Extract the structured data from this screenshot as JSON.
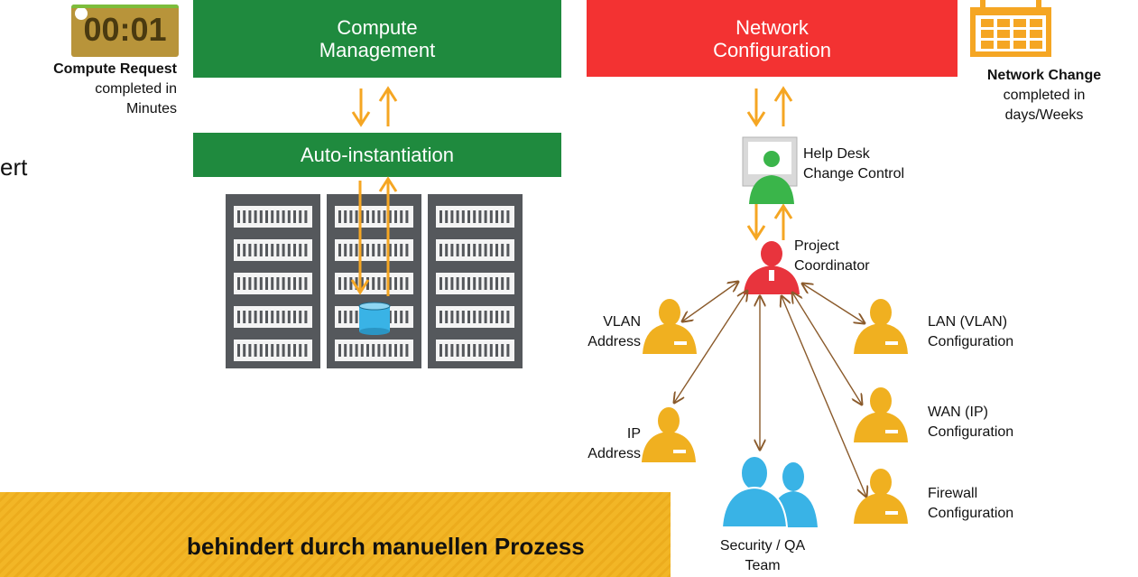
{
  "timer": {
    "value": "00:01"
  },
  "compute_caption": {
    "title": "Compute Request",
    "line1": "completed in",
    "line2": "Minutes"
  },
  "network_caption": {
    "title": "Network Change",
    "line1": "completed in",
    "line2": "days/Weeks"
  },
  "boxes": {
    "compute_management": [
      "Compute",
      "Management"
    ],
    "network_configuration": [
      "Network",
      "Configuration"
    ],
    "auto_instantiation": "Auto-instantiation"
  },
  "left_fragment": "ert",
  "roles": {
    "help_desk": [
      "Help Desk",
      "Change Control"
    ],
    "project_coordinator": [
      "Project",
      "Coordinator"
    ],
    "vlan": [
      "VLAN",
      "Address"
    ],
    "ip": [
      "IP",
      "Address"
    ],
    "lan": [
      "LAN (VLAN)",
      "Configuration"
    ],
    "wan": [
      "WAN (IP)",
      "Configuration"
    ],
    "firewall": [
      "Firewall",
      "Configuration"
    ],
    "security": [
      "Security / QA",
      "Team"
    ]
  },
  "banner": "behindert durch manuellen Prozess",
  "colors": {
    "green": "#1f8a3e",
    "red": "#f33232",
    "orange": "#f5a623",
    "person_orange": "#f0b020",
    "person_blue": "#39b3e6",
    "coordinator_red": "#e8343d",
    "timer_bg": "#b8943a",
    "timer_accent": "#7cbd3c",
    "arrow_brown": "#8a5a2b"
  }
}
